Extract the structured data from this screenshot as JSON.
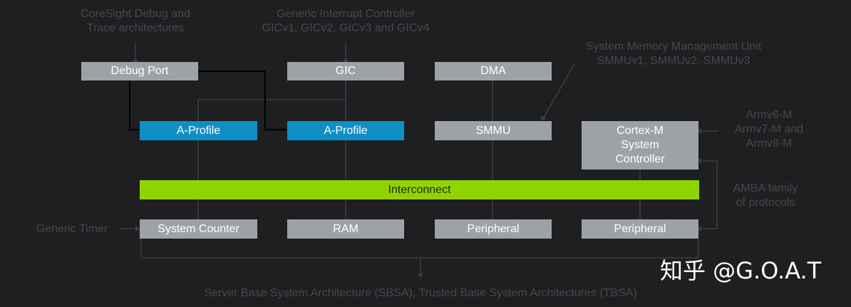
{
  "boxes": {
    "debug_port": "Debug Port",
    "gic": "GIC",
    "dma": "DMA",
    "a_profile_1": "A-Profile",
    "a_profile_2": "A-Profile",
    "smmu": "SMMU",
    "cortex_m": "Cortex-M\nSystem\nController",
    "interconnect": "Interconnect",
    "system_counter": "System Counter",
    "ram": "RAM",
    "peripheral_1": "Peripheral",
    "peripheral_2": "Peripheral"
  },
  "notes": {
    "coresight": "CoreSight Debug and\nTrace architectures",
    "gic_desc": "Generic Interrupt Controller\nGICv1, GICv2, GICv3 and GICv4",
    "smmu_desc": "System Memory Management Unit\nSMMUv1, SMMUv2, SMMUv3",
    "armv": "Armv6-M\nArmv7-M and\nArmv8-M",
    "amba": "AMBA family\nof protocols",
    "generic_timer": "Generic Timer",
    "sbsa": "Server Base System Architecture (SBSA), Trusted Base System Architectures (TBSA)"
  },
  "watermark": "知乎 @G.O.A.T",
  "colors": {
    "background": "#1e1f21",
    "box_gray": "#9ea2a6",
    "box_blue": "#0f8fc4",
    "interconnect_green": "#8fd400",
    "annotation_text": "#44484c"
  }
}
